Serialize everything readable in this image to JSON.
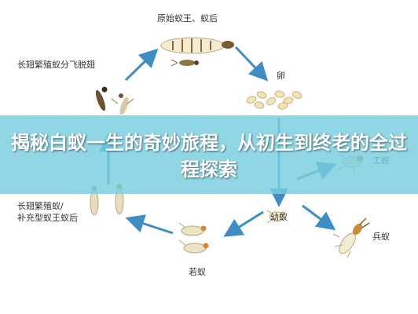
{
  "diagram": {
    "stages": {
      "king_queen": "原始蚁王、蚁后",
      "eggs": "卵",
      "worker": "工蚁",
      "soldier": "兵蚁",
      "larva": "幼蚁",
      "nymph": "若蚁",
      "winged_reproductive_line1": "长翅繁殖蚁/",
      "winged_reproductive_line2": "补充型蚁王蚁后",
      "winged_swarm": "长翅繁殖蚁分飞脱翅"
    },
    "arrow_color": "#3e8ec4",
    "body_color": "#f3ecd2",
    "head_color": "#c98a3c"
  },
  "banner": {
    "title": "揭秘白蚁一生的奇妙旅程，从初生到终老的全过程探索",
    "background": "#78cdde"
  }
}
